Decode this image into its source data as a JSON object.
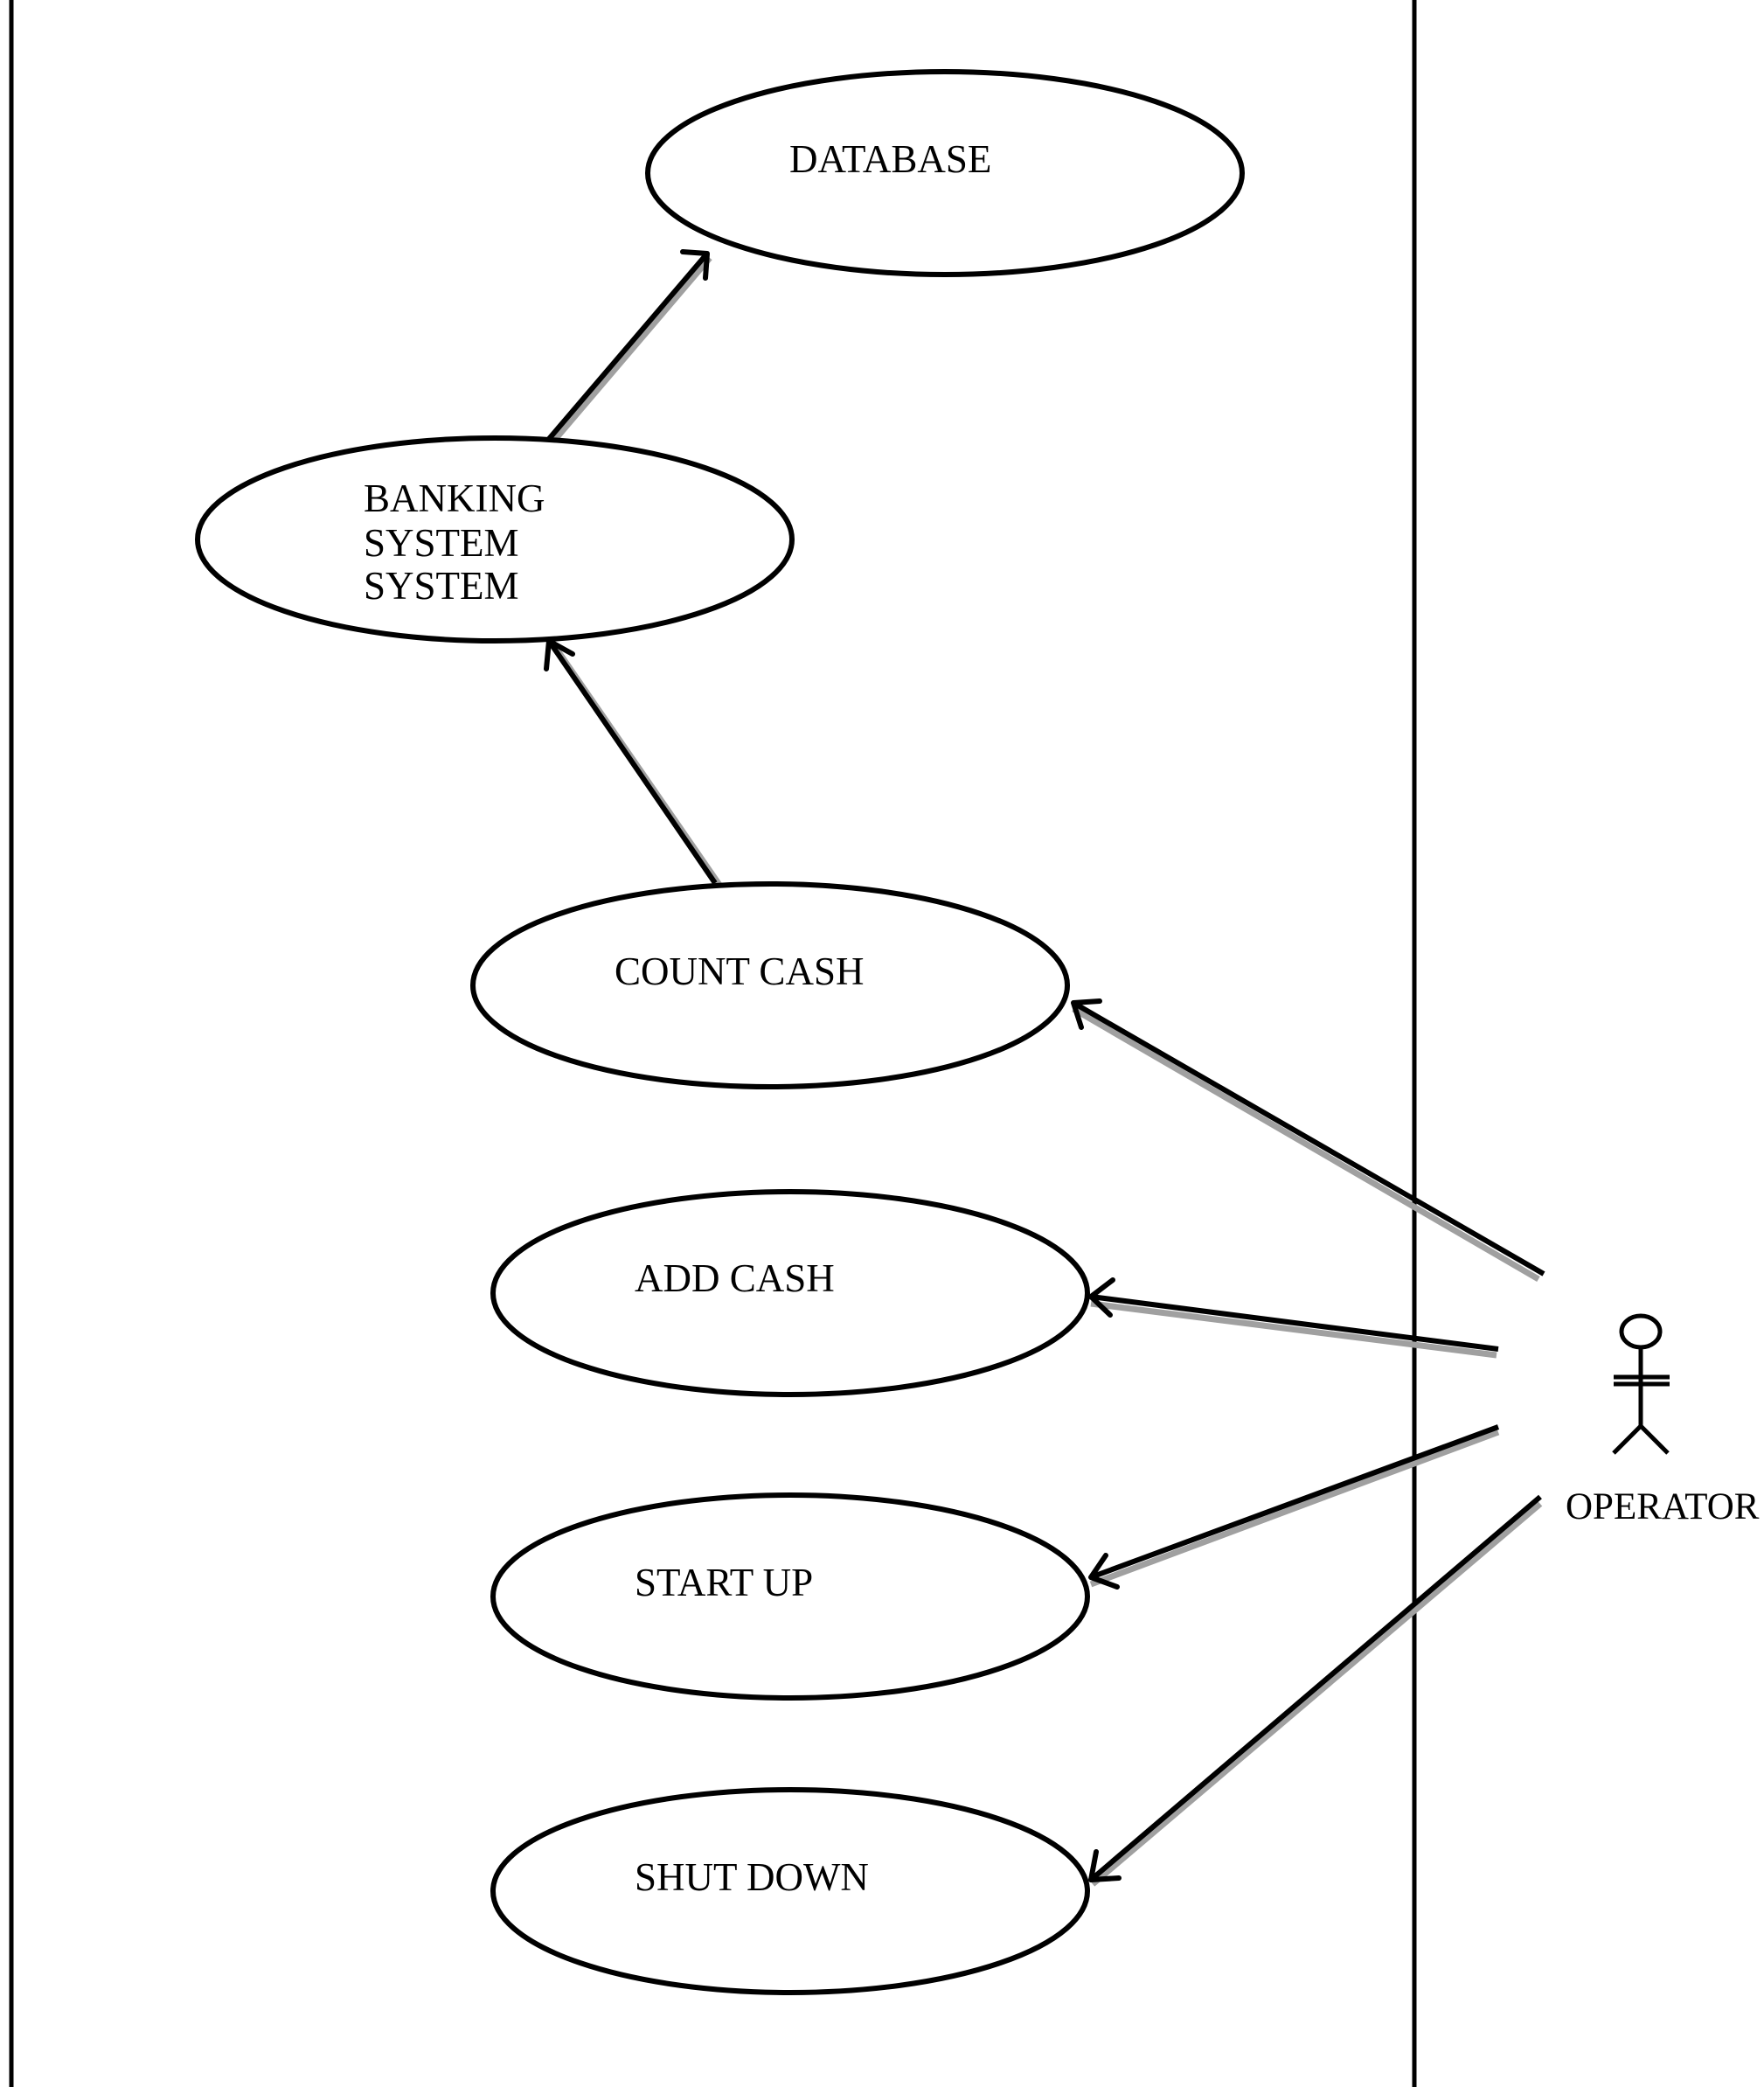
{
  "use_cases": {
    "database": {
      "lines": [
        "DATABASE"
      ]
    },
    "banking_system": {
      "lines": [
        "BANKING",
        "SYSTEM",
        "SYSTEM"
      ]
    },
    "count_cash": {
      "lines": [
        "COUNT CASH"
      ]
    },
    "add_cash": {
      "lines": [
        "ADD CASH"
      ]
    },
    "start_up": {
      "lines": [
        "START UP"
      ]
    },
    "shut_down": {
      "lines": [
        "SHUT DOWN"
      ]
    }
  },
  "actor": {
    "label": "OPERATOR"
  },
  "relations": [
    {
      "from": "banking_system",
      "to": "database"
    },
    {
      "from": "count_cash",
      "to": "banking_system"
    },
    {
      "from": "operator",
      "to": "count_cash"
    },
    {
      "from": "operator",
      "to": "add_cash"
    },
    {
      "from": "operator",
      "to": "start_up"
    },
    {
      "from": "operator",
      "to": "shut_down"
    }
  ]
}
